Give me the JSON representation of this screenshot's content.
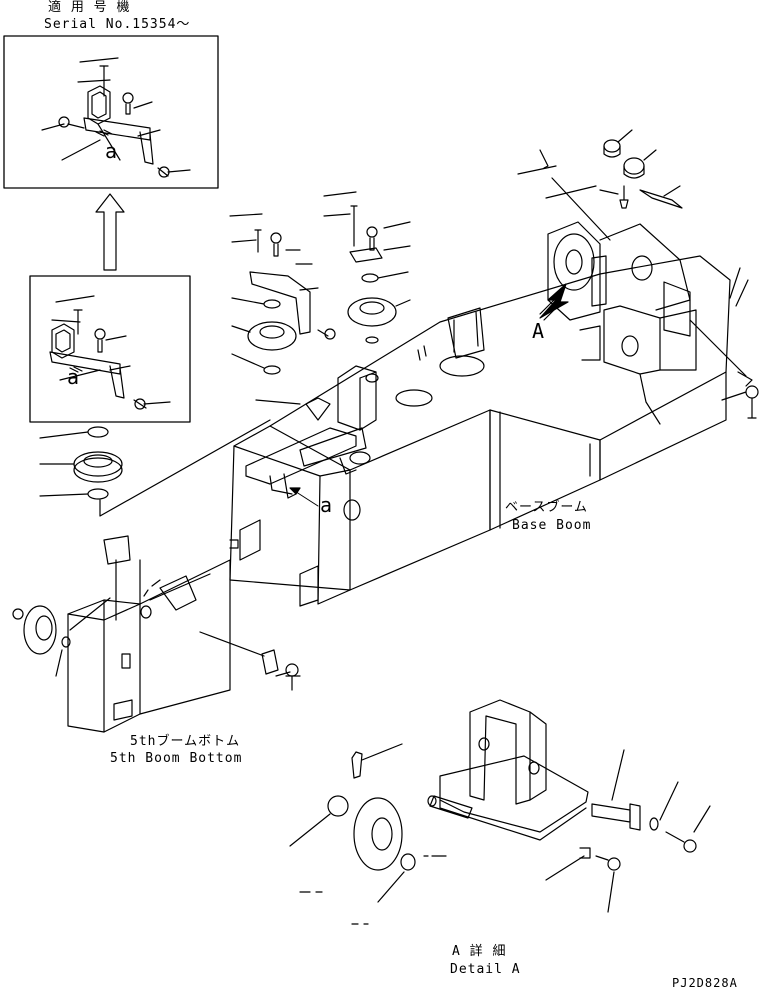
{
  "serial_box": {
    "title_jp": "適 用 号 機",
    "title_en": "Serial No.15354～"
  },
  "callout_letter": "a",
  "detail_marker": "A",
  "labels": {
    "base_boom_jp": "ベースブーム",
    "base_boom_en": "Base Boom",
    "fifth_boom_jp": "5thブームボトム",
    "fifth_boom_en": "5th Boom Bottom",
    "detail_jp": "A 詳 細",
    "detail_en": "Detail A",
    "drawing_code": "PJ2D828A"
  },
  "icons": {
    "up_arrow": "up-arrow-icon",
    "view_arrow": "view-direction-arrow-icon"
  }
}
